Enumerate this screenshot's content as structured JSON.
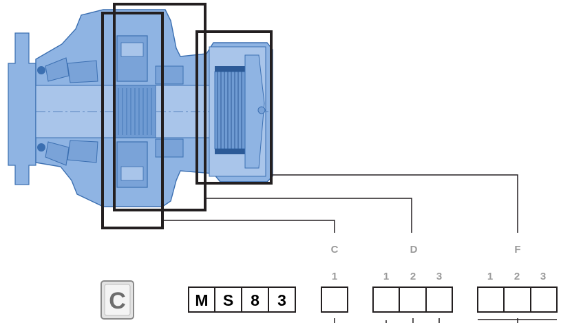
{
  "badge": {
    "letter": "C"
  },
  "model_code": [
    "M",
    "S",
    "8",
    "3"
  ],
  "groups": [
    {
      "letter": "C",
      "positions": [
        "1"
      ]
    },
    {
      "letter": "D",
      "positions": [
        "1",
        "2",
        "3"
      ]
    },
    {
      "letter": "F",
      "positions": [
        "1",
        "2",
        "3"
      ]
    }
  ],
  "colors": {
    "housing": "#8fb4e3",
    "housing_dark": "#3b6fb1",
    "frame": "#231f20",
    "label": "#9a9a9a"
  }
}
